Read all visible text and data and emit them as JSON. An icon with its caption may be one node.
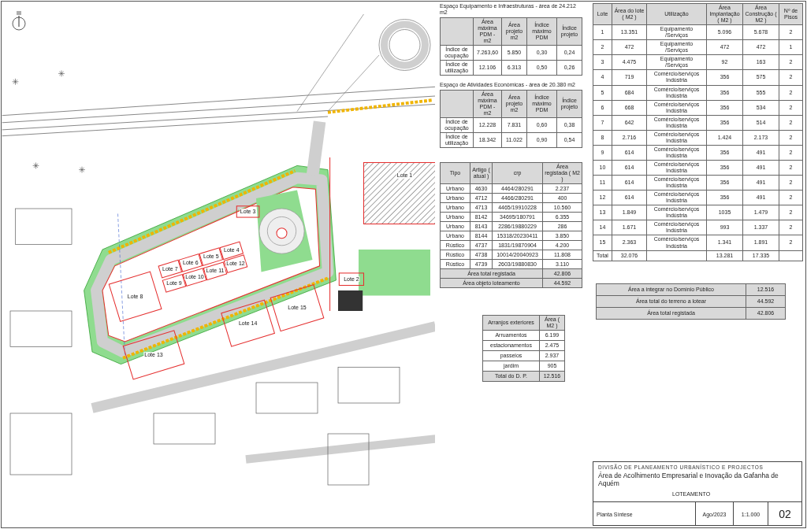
{
  "diagram": {
    "title": "Área de Acolhimento Empresarial e Inovação da Gafanha de Aquém",
    "nodes": [
      {
        "text": [
          "Lote 1"
        ]
      },
      {
        "text": [
          "Lote 2"
        ]
      },
      {
        "text": [
          "Lote 3"
        ]
      },
      {
        "text": [
          "Lote 4"
        ]
      },
      {
        "text": [
          "Lote 5"
        ]
      },
      {
        "text": [
          "Lote 6"
        ]
      },
      {
        "text": [
          "Lote 7"
        ]
      },
      {
        "text": [
          "Lote 8"
        ]
      },
      {
        "text": [
          "Lote 9"
        ]
      },
      {
        "text": [
          "Lote 10"
        ]
      },
      {
        "text": [
          "Lote 11"
        ]
      },
      {
        "text": [
          "Lote 12"
        ]
      },
      {
        "text": [
          "Lote 13"
        ]
      },
      {
        "text": [
          "Lote 14"
        ]
      },
      {
        "text": [
          "Lote 15"
        ]
      }
    ],
    "labels": [
      "Espaço Equipamento e Infraestruturas - área de 24.212 m2",
      "Área máxima PDM - m2",
      "Área projeto m2",
      "Índice máximo PDM",
      "Índice projeto",
      "Índice de ocupação",
      "7.263,60",
      "5.850",
      "0,30",
      "0,24",
      "Índice de utilização",
      "12.106",
      "6.313",
      "0,50",
      "0,26",
      "Espaço de Atividades Económicas - área de 20.380 m2",
      "Área máxima PDM - m2",
      "Área projeto m2",
      "Índice máximo PDM",
      "Índice projeto",
      "Índice de ocupação",
      "12.228",
      "7.831",
      "0,60",
      "0,38",
      "Índice de utilização",
      "18.342",
      "11.022",
      "0,90",
      "0,54",
      "Arranjos exteriores",
      "Área ( M2 )",
      "Arruamentos",
      "6.199",
      "estacionamentos",
      "2.475",
      "passeios",
      "2.937",
      "jardim",
      "905",
      "Total do D. P.",
      "12.516",
      "Tipo",
      "Artigo ( atual )",
      "crp",
      "Área registada ( M2 )",
      "Urbano",
      "4630",
      "4464/280291",
      "2.237",
      "Urbano",
      "4712",
      "4466/280291",
      "400",
      "Urbano",
      "4713",
      "4465/19910228",
      "10.560",
      "Urbano",
      "8142",
      "34695/180791",
      "6.355",
      "Urbano",
      "8143",
      "2286/19880229",
      "286",
      "Urbano",
      "8144",
      "15318/20230411",
      "3.850",
      "Rústico",
      "4737",
      "1831/19870904",
      "4.200",
      "Rústico",
      "4738",
      "10014/20040923",
      "11.808",
      "Rústico",
      "4739",
      "2603/19880830",
      "3.110",
      "Área total registada",
      "42.806",
      "Área objeto loteamento",
      "44.592",
      "Lote",
      "Área do lote ( M2 )",
      "Utilização",
      "Área Implantação ( M2 )",
      "Área Construção ( M2 )",
      "Nº de Pisos",
      "1",
      "13.351",
      "Equipamento /Serviços",
      "5.096",
      "5.678",
      "2",
      "2",
      "472",
      "Equipamento /Serviços",
      "472",
      "472",
      "1",
      "3",
      "4.475",
      "Equipamento /Serviços",
      "92",
      "163",
      "2",
      "4",
      "719",
      "Comércio/serviços Indústria",
      "356",
      "575",
      "2",
      "5",
      "684",
      "Comércio/serviços Indústria",
      "356",
      "555",
      "2",
      "6",
      "668",
      "Comércio/serviços Indústria",
      "356",
      "534",
      "2",
      "7",
      "642",
      "Comércio/serviços Indústria",
      "356",
      "514",
      "2",
      "8",
      "2.716",
      "Comércio/serviços Indústria",
      "1.424",
      "2.173",
      "2",
      "9",
      "614",
      "Comércio/serviços Indústria",
      "356",
      "491",
      "2",
      "10",
      "614",
      "Comércio/serviços Indústria",
      "356",
      "491",
      "2",
      "11",
      "614",
      "Comércio/serviços Indústria",
      "356",
      "491",
      "2",
      "12",
      "614",
      "Comércio/serviços Indústria",
      "356",
      "491",
      "2",
      "13",
      "1.849",
      "Comércio/serviços Indústria",
      "1035",
      "1.479",
      "2",
      "14",
      "1.671",
      "Comércio/serviços Indústria",
      "993",
      "1.337",
      "2",
      "15",
      "2.363",
      "Comércio/serviços Indústria",
      "1.341",
      "1.891",
      "2",
      "Total",
      "32.076",
      "13.281",
      "17.335",
      "Área a integrar no Domínio Público",
      "12.516",
      "Área total do terreno a lotear",
      "44.592",
      "Área total registada",
      "42.806",
      "DIVISÃO DE PLANEAMENTO URBANÍSTICO E PROJECTOS",
      "LOTEAMENTO",
      "Planta Síntese",
      "Ago/2023",
      "1:1.000",
      "02"
    ]
  }
}
